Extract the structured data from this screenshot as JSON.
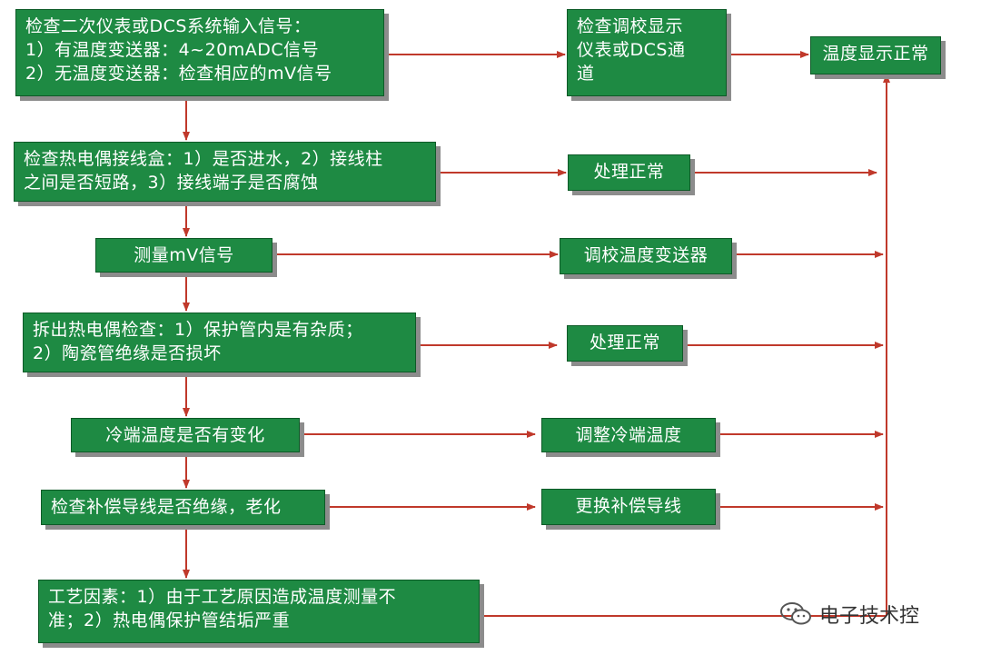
{
  "colors": {
    "box_fill": "#1e8a43",
    "box_text": "#ffffff",
    "arrow": "#c0392b",
    "shadow": "#8c8c8c"
  },
  "steps": [
    {
      "text": [
        "检查二次仪表或DCS系统输入信号：",
        "1）有温度变送器：4~20mADC信号",
        "2）无温度变送器：检查相应的mV信号"
      ],
      "action": [
        "检查调校显示",
        "仪表或DCS通",
        "道"
      ]
    },
    {
      "text": [
        "检查热电偶接线盒：1）是否进水，2）接线柱",
        "之间是否短路，3）接线端子是否腐蚀"
      ],
      "action": [
        "处理正常"
      ]
    },
    {
      "text": [
        "测量mV信号"
      ],
      "action": [
        "调校温度变送器"
      ]
    },
    {
      "text": [
        "拆出热电偶检查：1）保护管内是有杂质；",
        "2）陶瓷管绝缘是否损坏"
      ],
      "action": [
        "处理正常"
      ]
    },
    {
      "text": [
        "冷端温度是否有变化"
      ],
      "action": [
        "调整冷端温度"
      ]
    },
    {
      "text": [
        "检查补偿导线是否绝缘，老化"
      ],
      "action": [
        "更换补偿导线"
      ]
    },
    {
      "text": [
        "工艺因素：1）由于工艺原因造成温度测量不",
        "准；2）热电偶保护管结垢严重"
      ],
      "action": []
    }
  ],
  "result": "温度显示正常",
  "watermark": "电子技术控"
}
